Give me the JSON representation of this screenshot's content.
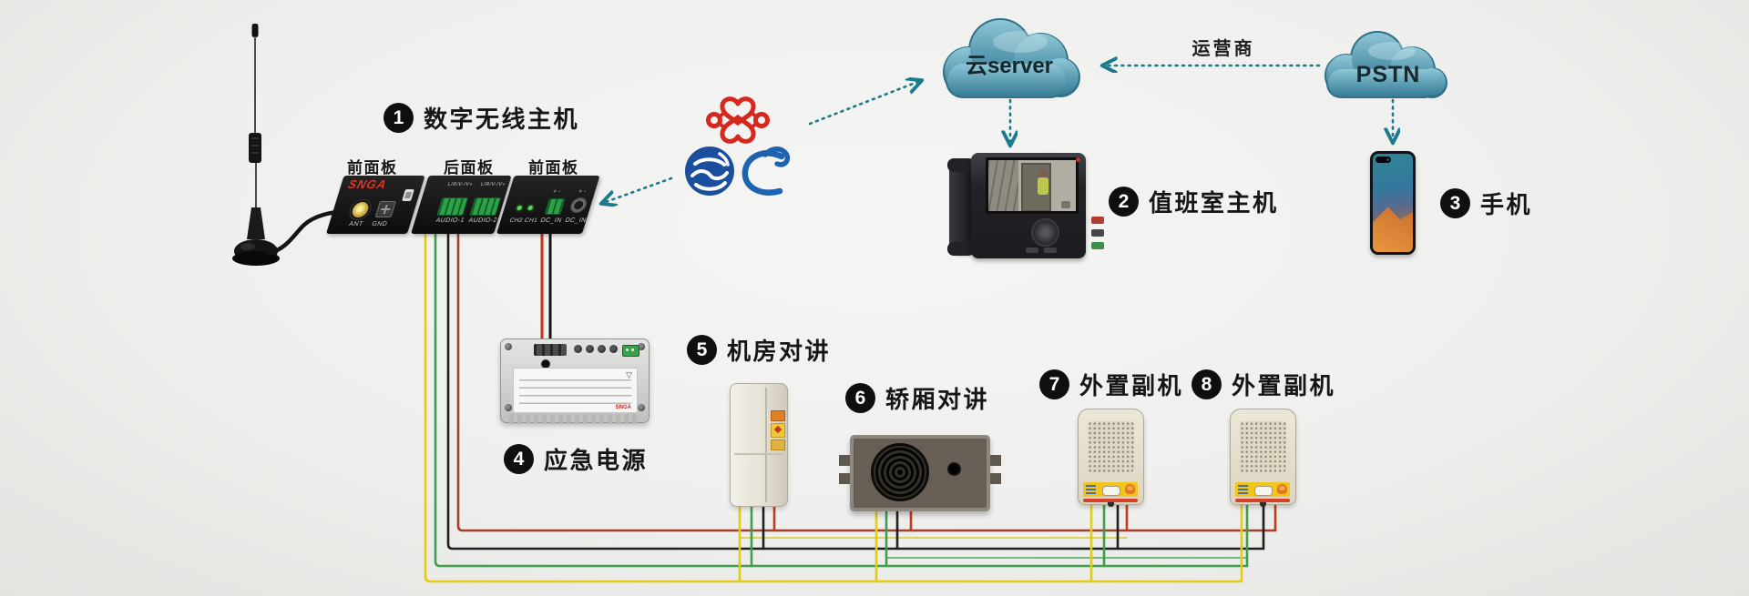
{
  "badges": [
    {
      "num": "1",
      "label": "数字无线主机"
    },
    {
      "num": "2",
      "label": "值班室主机"
    },
    {
      "num": "3",
      "label": "手机"
    },
    {
      "num": "4",
      "label": "应急电源"
    },
    {
      "num": "5",
      "label": "机房对讲"
    },
    {
      "num": "6",
      "label": "轿厢对讲"
    },
    {
      "num": "7",
      "label": "外置副机"
    },
    {
      "num": "8",
      "label": "外置副机"
    }
  ],
  "host_unit": {
    "brand": "SNGA",
    "panel_labels": [
      "前面板",
      "后面板",
      "前面板"
    ],
    "panel1": {
      "ant": "ANT",
      "gnd": "GND"
    },
    "panel2": {
      "terminal_top": "L/R/V-/V+",
      "port1": "AUDIO-1",
      "port2": "AUDIO-2"
    },
    "panel3": {
      "leds": "CH2 CH1",
      "dc1": "DC_IN",
      "dc2": "DC_IN",
      "polarity": "+ -"
    }
  },
  "clouds": {
    "server": "云server",
    "pstn": "PSTN",
    "carrier": "运营商"
  },
  "logos": [
    "china-unicom",
    "china-mobile",
    "china-telecom"
  ],
  "colors": {
    "arrow_teal": "#1b7a8c",
    "wire_yellow": "#e3cc12",
    "wire_green": "#3f9e4d",
    "wire_black": "#1f1f1f",
    "wire_red": "#a3402c",
    "dc_red": "#cc2f14",
    "unicom_red": "#d6281e",
    "mobile_blue": "#1b4f9e",
    "telecom_blue": "#1e63b0",
    "badge_black": "#111111"
  }
}
